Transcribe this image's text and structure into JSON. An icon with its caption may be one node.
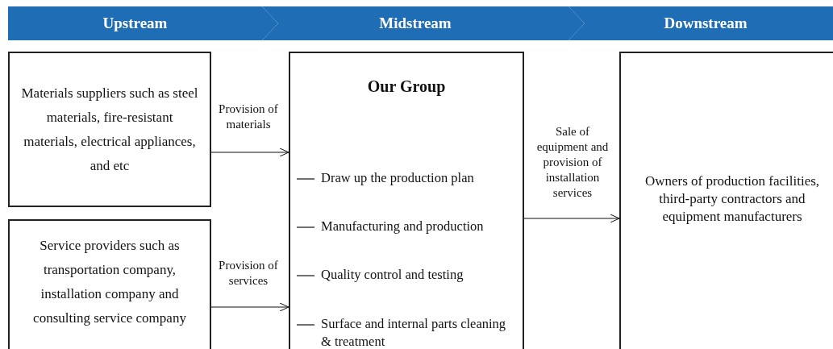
{
  "diagram": {
    "nodes": [
      {
        "text": [
          "Upstream"
        ]
      },
      {
        "text": [
          "Midstream"
        ]
      },
      {
        "text": [
          "Downstream"
        ]
      },
      {
        "text": [
          "Materials suppliers such as steel materials, fire-resistant materials, electrical appliances, and etc"
        ]
      },
      {
        "text": [
          "Service providers such as transportation company, installation company and consulting service company"
        ]
      },
      {
        "text": [
          "Our Group",
          "Draw up the production plan",
          "Manufacturing and production",
          "Quality control and testing",
          "Surface and internal parts cleaning & treatment"
        ]
      },
      {
        "text": [
          "Owners of production facilities, third-party contractors and equipment manufacturers"
        ]
      }
    ],
    "edges": [
      {
        "from": 3,
        "to": 5,
        "arrow": "to",
        "label": "Provision of materials"
      },
      {
        "from": 4,
        "to": 5,
        "arrow": "to",
        "label": "Provision of services"
      },
      {
        "from": 5,
        "to": 6,
        "arrow": "to",
        "label": "Sale of equipment and provision of installation services"
      }
    ]
  }
}
